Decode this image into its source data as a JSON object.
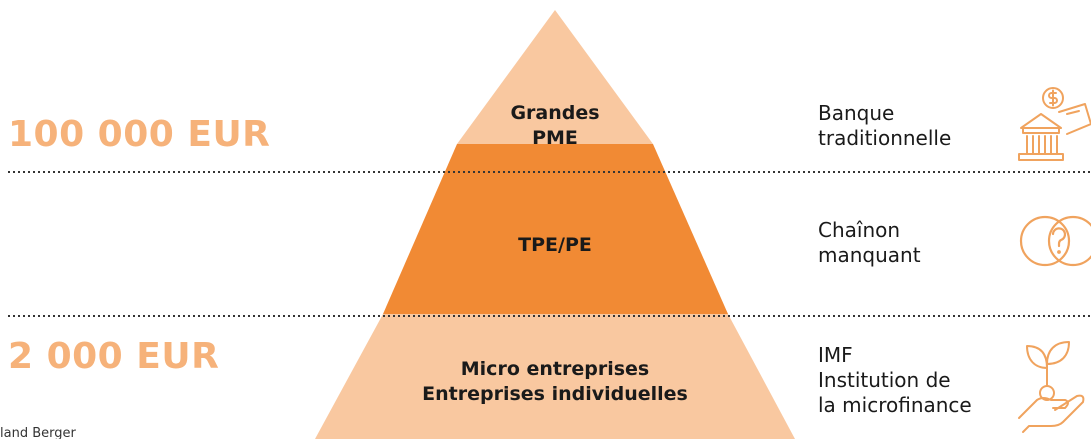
{
  "thresholds": {
    "upper": "100 000 EUR",
    "lower": "2 000 EUR"
  },
  "tiers": [
    {
      "line1": "Grandes",
      "line2": "PME"
    },
    {
      "line1": "TPE/PE",
      "line2": ""
    },
    {
      "line1": "Micro entreprises",
      "line2": "Entreprises individuelles"
    }
  ],
  "funding_sources": [
    {
      "lines": [
        "Banque",
        "traditionnelle"
      ],
      "icon": "bank-money-icon"
    },
    {
      "lines": [
        "Chaînon",
        "manquant"
      ],
      "icon": "missing-link-question-icon"
    },
    {
      "lines": [
        "IMF",
        "Institution de",
        "la microfinance"
      ],
      "icon": "hand-plant-icon"
    }
  ],
  "source_note": "land Berger",
  "colors": {
    "light_orange": "#f9c8a0",
    "dark_orange": "#f18a34",
    "threshold_text": "#f6b27a",
    "icon_stroke": "#f0a35e",
    "dotted_line": "#333333"
  }
}
